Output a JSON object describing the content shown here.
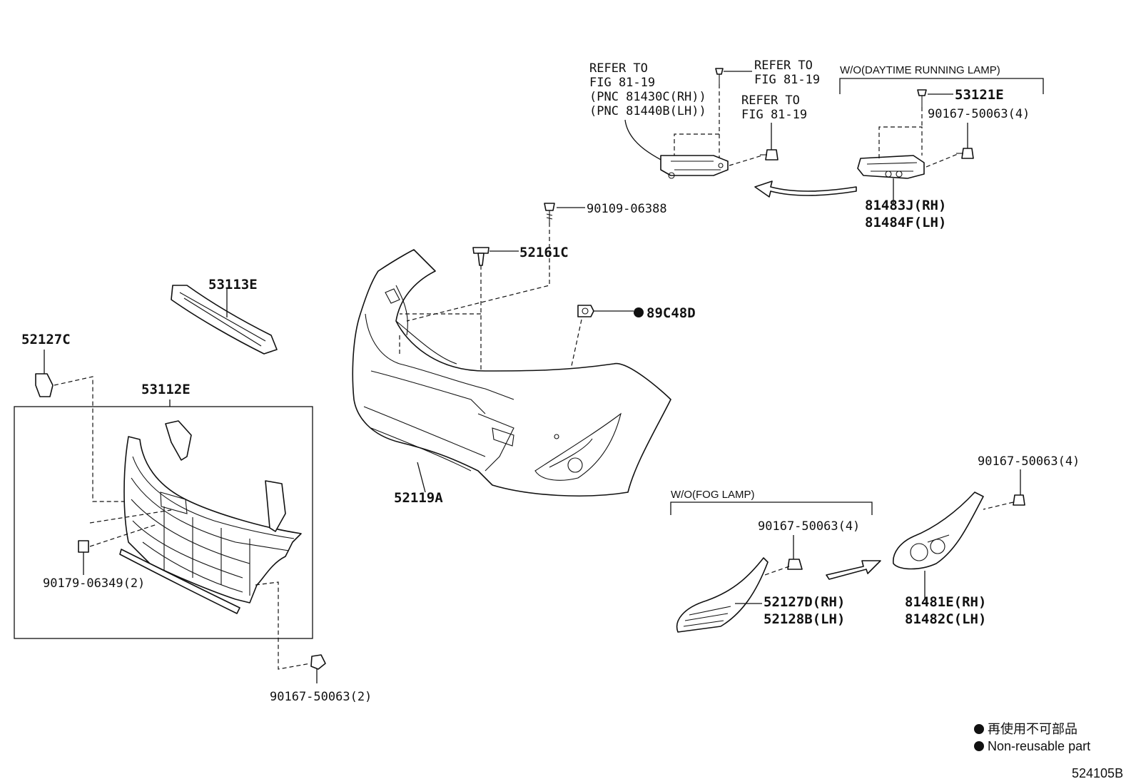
{
  "refer_blocks": {
    "left": {
      "line1": "REFER TO",
      "line2": "FIG 81-19",
      "line3": "(PNC 81430C(RH))",
      "line4": "(PNC 81440B(LH))"
    },
    "top_mid": {
      "line1": "REFER TO",
      "line2": "FIG 81-19"
    },
    "mid": {
      "line1": "REFER TO",
      "line2": "FIG 81-19"
    }
  },
  "groups": {
    "drl": "W/O(DAYTIME RUNNING LAMP)",
    "fog": "W/O(FOG LAMP)"
  },
  "parts": {
    "p53121E": "53121E",
    "p90167_drl": "90167-50063(4)",
    "p81483J": "81483J(RH)",
    "p81484F": "81484F(LH)",
    "p90109": "90109-06388",
    "p52161C": "52161C",
    "p89C48D": "89C48D",
    "p53113E": "53113E",
    "p52127C": "52127C",
    "p53112E": "53112E",
    "p52119A": "52119A",
    "p90179": "90179-06349(2)",
    "p90167_grille": "90167-50063(2)",
    "p90167_fogr": "90167-50063(4)",
    "p90167_fogl": "90167-50063(4)",
    "p52127D": "52127D(RH)",
    "p52128B": "52128B(LH)",
    "p81481E": "81481E(RH)",
    "p81482C": "81482C(LH)"
  },
  "legend": {
    "jp": "再使用不可部品",
    "en": "Non-reusable part"
  },
  "diagram_id": "524105B"
}
